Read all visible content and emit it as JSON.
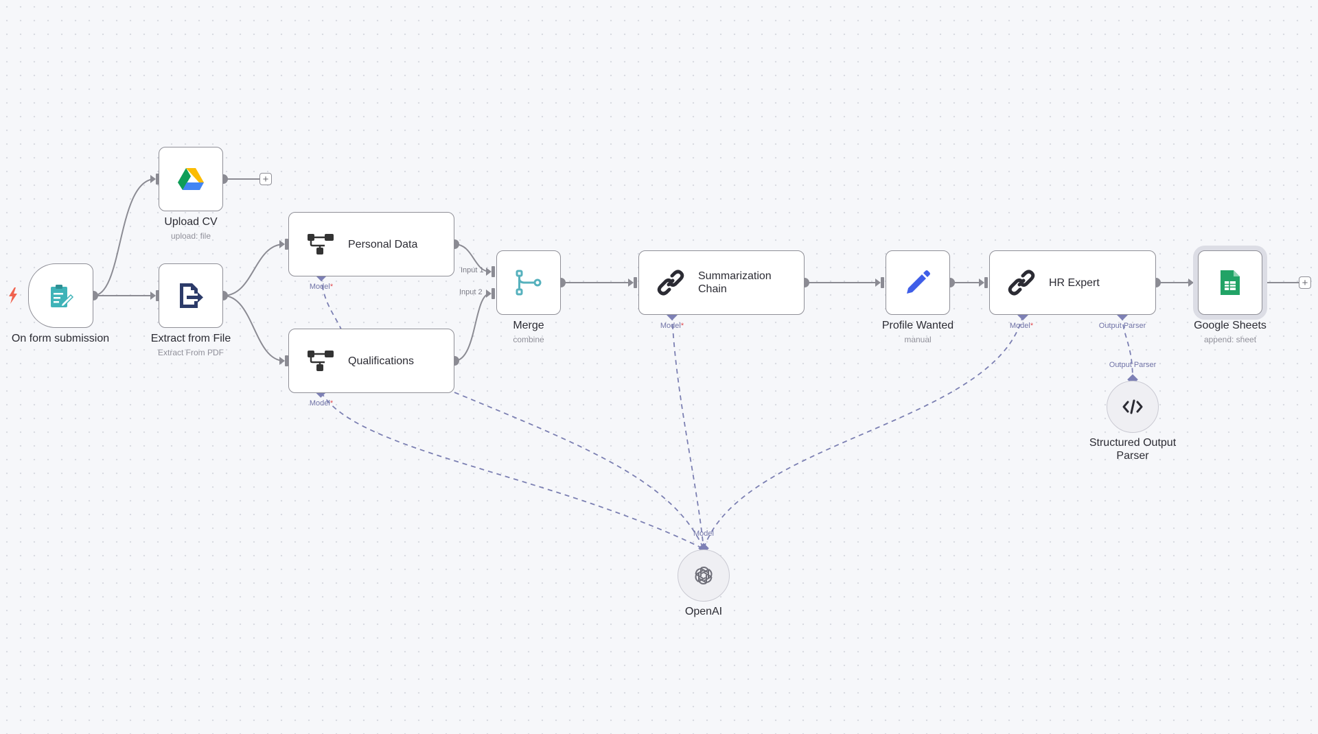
{
  "nodes": {
    "form_trigger": {
      "label": "On form submission"
    },
    "upload_cv": {
      "label": "Upload CV",
      "sub": "upload: file"
    },
    "extract": {
      "label": "Extract from File",
      "sub": "Extract From PDF"
    },
    "personal_data": {
      "title": "Personal Data"
    },
    "qualifications": {
      "title": "Qualifications"
    },
    "merge": {
      "label": "Merge",
      "sub": "combine",
      "input1": "Input 1",
      "input2": "Input 2"
    },
    "summarization": {
      "title_line1": "Summarization",
      "title_line2": "Chain"
    },
    "profile_wanted": {
      "label": "Profile Wanted",
      "sub": "manual"
    },
    "hr_expert": {
      "title": "HR Expert"
    },
    "google_sheets": {
      "label": "Google Sheets",
      "sub": "append: sheet"
    },
    "openai": {
      "label": "OpenAI"
    },
    "output_parser": {
      "label_line1": "Structured Output",
      "label_line2": "Parser"
    }
  },
  "ports": {
    "model": "Model",
    "required_mark": "*",
    "output_parser": "Output Parser"
  },
  "add_button": "+",
  "colors": {
    "edge": "#8b8b93",
    "ai_edge": "#7b7fb2",
    "node_border": "#8e8e96",
    "diamond": "#7d80b5",
    "required": "#e0484d",
    "trigger_bolt": "#f0634f",
    "merge_icon": "#56b1bd",
    "form_icon": "#3fb3b8",
    "extract_icon": "#2c3b69",
    "pencil_icon": "#3f5ee8",
    "sheets_icon": "#21a366"
  },
  "icons": {
    "form_trigger": "form-icon",
    "upload_cv": "google-drive-icon",
    "extract": "extract-file-icon",
    "personal_data": "information-extractor-icon",
    "qualifications": "information-extractor-icon",
    "merge": "merge-icon",
    "summarization": "chain-link-icon",
    "profile_wanted": "pencil-icon",
    "hr_expert": "chain-link-icon",
    "google_sheets": "google-sheets-icon",
    "openai": "openai-icon",
    "output_parser": "code-icon"
  }
}
